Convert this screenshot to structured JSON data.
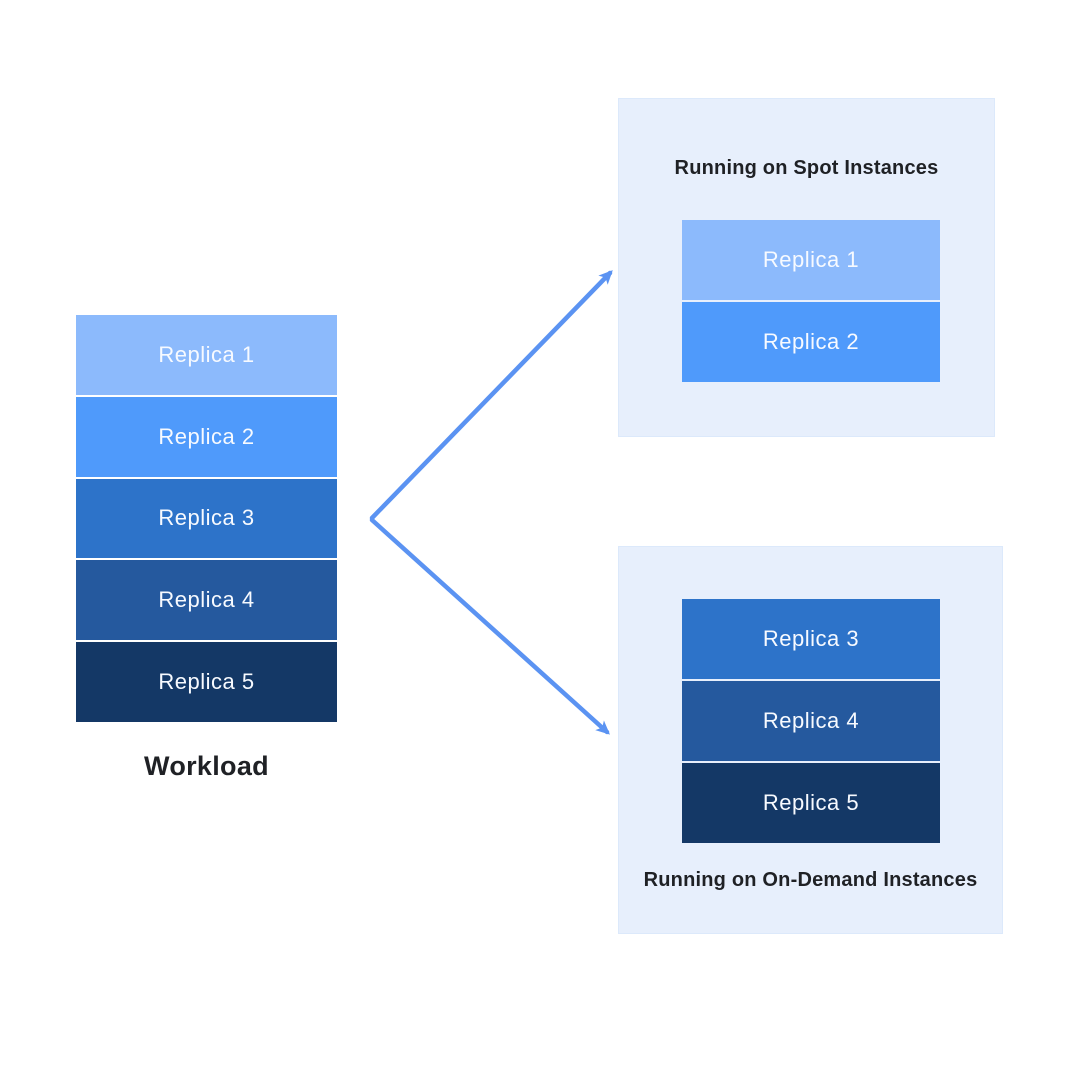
{
  "colors": {
    "canvas_bg": "#ffffff",
    "panel_bg": "#e7effc",
    "panel_border": "#dce9fb",
    "arrow": "#5b93f2",
    "title_text": "#1f2125",
    "replica_text": "#f7faff"
  },
  "workload": {
    "label": "Workload",
    "replicas": [
      {
        "label": "Replica 1",
        "color": "#8cbafc"
      },
      {
        "label": "Replica 2",
        "color": "#4f9afb"
      },
      {
        "label": "Replica 3",
        "color": "#2d73c9"
      },
      {
        "label": "Replica 4",
        "color": "#25599e"
      },
      {
        "label": "Replica 5",
        "color": "#143866"
      }
    ]
  },
  "spot_panel": {
    "title": "Running on Spot Instances",
    "replicas": [
      {
        "label": "Replica 1",
        "color": "#8cbafc"
      },
      {
        "label": "Replica 2",
        "color": "#4f9afb"
      }
    ]
  },
  "ondemand_panel": {
    "title": "Running on On-Demand Instances",
    "replicas": [
      {
        "label": "Replica 3",
        "color": "#2d73c9"
      },
      {
        "label": "Replica 4",
        "color": "#25599e"
      },
      {
        "label": "Replica 5",
        "color": "#143866"
      }
    ]
  }
}
